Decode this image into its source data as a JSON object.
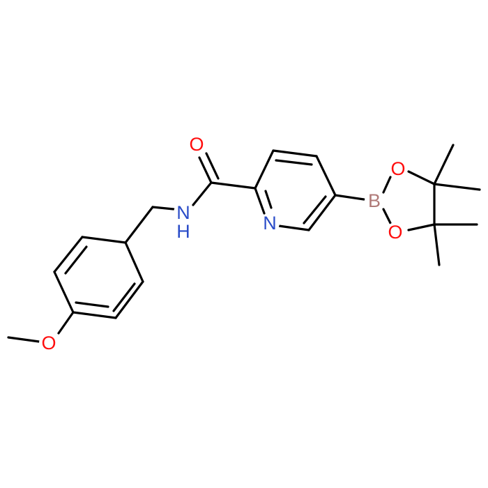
{
  "colors": {
    "background": "#ffffff",
    "bond": "#000000",
    "oxygen": "#ff0d0d",
    "nitrogen": "#2a4cc8",
    "boron": "#b07a78"
  },
  "labels": {
    "O_carbonyl": "O",
    "N_amide": "N",
    "H_amide": "H",
    "N_pyridine": "N",
    "B": "B",
    "O_boronate_top": "O",
    "O_boronate_bottom": "O",
    "O_methoxy": "O"
  }
}
